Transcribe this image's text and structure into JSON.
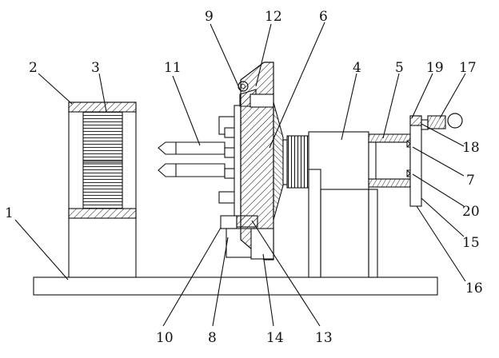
{
  "figure": {
    "labels": [
      {
        "id": "1",
        "text": "1"
      },
      {
        "id": "2",
        "text": "2"
      },
      {
        "id": "3",
        "text": "3"
      },
      {
        "id": "4",
        "text": "4"
      },
      {
        "id": "5",
        "text": "5"
      },
      {
        "id": "6",
        "text": "6"
      },
      {
        "id": "7",
        "text": "7"
      },
      {
        "id": "8",
        "text": "8"
      },
      {
        "id": "9",
        "text": "9"
      },
      {
        "id": "10",
        "text": "10"
      },
      {
        "id": "11",
        "text": "11"
      },
      {
        "id": "12",
        "text": "12"
      },
      {
        "id": "13",
        "text": "13"
      },
      {
        "id": "14",
        "text": "14"
      },
      {
        "id": "15",
        "text": "15"
      },
      {
        "id": "16",
        "text": "16"
      },
      {
        "id": "17",
        "text": "17"
      },
      {
        "id": "18",
        "text": "18"
      },
      {
        "id": "19",
        "text": "19"
      },
      {
        "id": "20",
        "text": "20"
      }
    ]
  }
}
